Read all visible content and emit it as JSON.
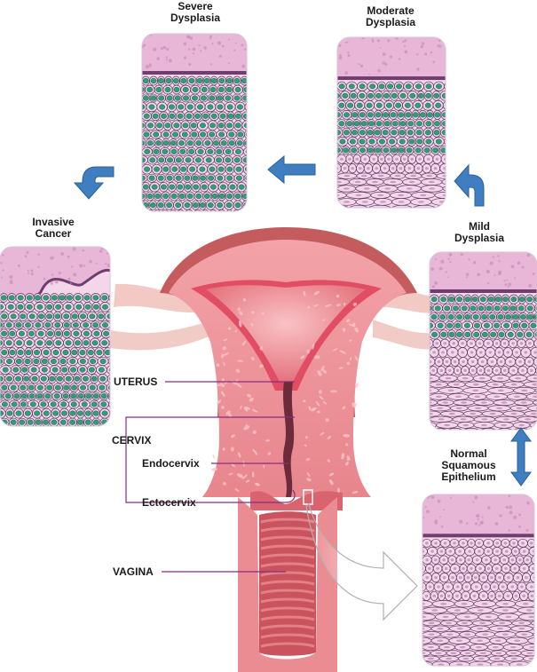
{
  "stages": {
    "severe": "Severe\nDysplasia",
    "moderate": "Moderate\nDysplasia",
    "invasive": "Invasive\nCancer",
    "mild": "Mild\nDysplasia",
    "normal": "Normal\nSquamous\nEpithelium"
  },
  "anatomy": {
    "uterus": "UTERUS",
    "cervix": "CERVIX",
    "endocervix": "Endocervix",
    "ectocervix": "Ectocervix",
    "vagina": "VAGINA"
  },
  "colors": {
    "tissue_top": "#e8b6d6",
    "basal_line": "#6e3f6e",
    "cell_fill": "#f4d6ea",
    "nucleus_abnormal": "#2e9e7a",
    "nucleus_normal": "#c79abd",
    "uterus_body": "#ec8f95",
    "uterus_dark": "#c9565e",
    "arrow": "#3f7fc1",
    "leader": "#8a2c7e"
  }
}
